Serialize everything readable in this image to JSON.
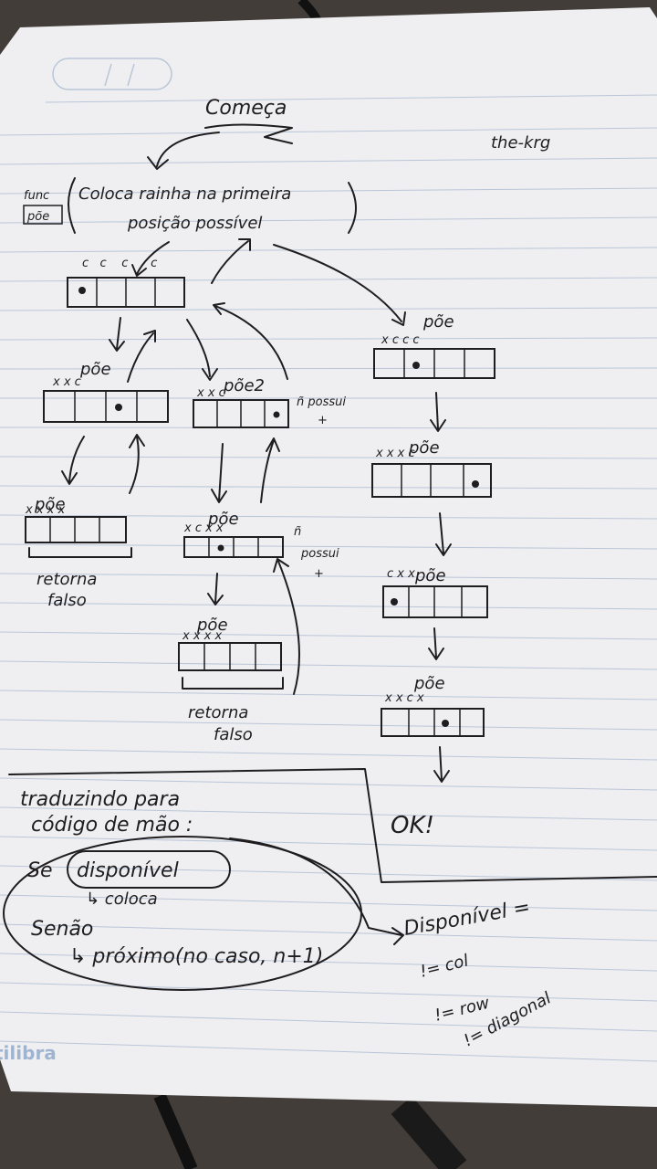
{
  "photo": {
    "subject": "handwritten notebook page",
    "paper_color": "#f2f2f4",
    "ink_color": "#1f1d1f",
    "rule_color": "#b9c6d8",
    "background_color": "#3a3633"
  },
  "header": {
    "title": "Começa",
    "author": "the-krg"
  },
  "start_box": {
    "func_label": "func",
    "func_name": "põe",
    "line1": "Coloca rainha na primeira",
    "line2": "posição possível"
  },
  "left_branch": {
    "row1_marks": [
      "c",
      "c",
      "c",
      "c"
    ],
    "pe_left": {
      "label": "põe",
      "marks": "x  x     c"
    },
    "pe2": {
      "label": "põe2",
      "marks": "x  x  c",
      "note_line1": "ñ possui",
      "note_line2": "+"
    },
    "pe_fail_left": {
      "label": "põe",
      "marks": "x  x  x  x",
      "result_line1": "retorna",
      "result_line2": "falso"
    },
    "pe_middle": {
      "label": "põe",
      "marks": "x  c  x  x",
      "note_line1": "ñ",
      "note_line2": "possui",
      "note_line3": "+"
    },
    "pe_fail_middle": {
      "label": "põe",
      "marks": "x  x  x  x",
      "result_line1": "retorna",
      "result_line2": "falso"
    }
  },
  "right_branch": {
    "step1": {
      "label": "põe",
      "marks": "x  c  c  c"
    },
    "step2": {
      "label": "põe",
      "marks": "x  x  x  c"
    },
    "step3": {
      "label": "põe",
      "marks": "c  x  x"
    },
    "step4": {
      "label": "põe",
      "marks": "x  x  c  x"
    },
    "result": "OK!"
  },
  "translation": {
    "heading_line1": "traduzindo para",
    "heading_line2": "código de mão :",
    "if_word": "Se",
    "condition": "disponível",
    "then_action": "↳ coloca",
    "else_word": "Senão",
    "else_action": "↳ próximo(no caso, n+1)"
  },
  "definition": {
    "title": "Disponível =",
    "line1": "!= col",
    "line2": "!= row",
    "line3": "!= diagonal"
  },
  "watermark": "tilibra"
}
